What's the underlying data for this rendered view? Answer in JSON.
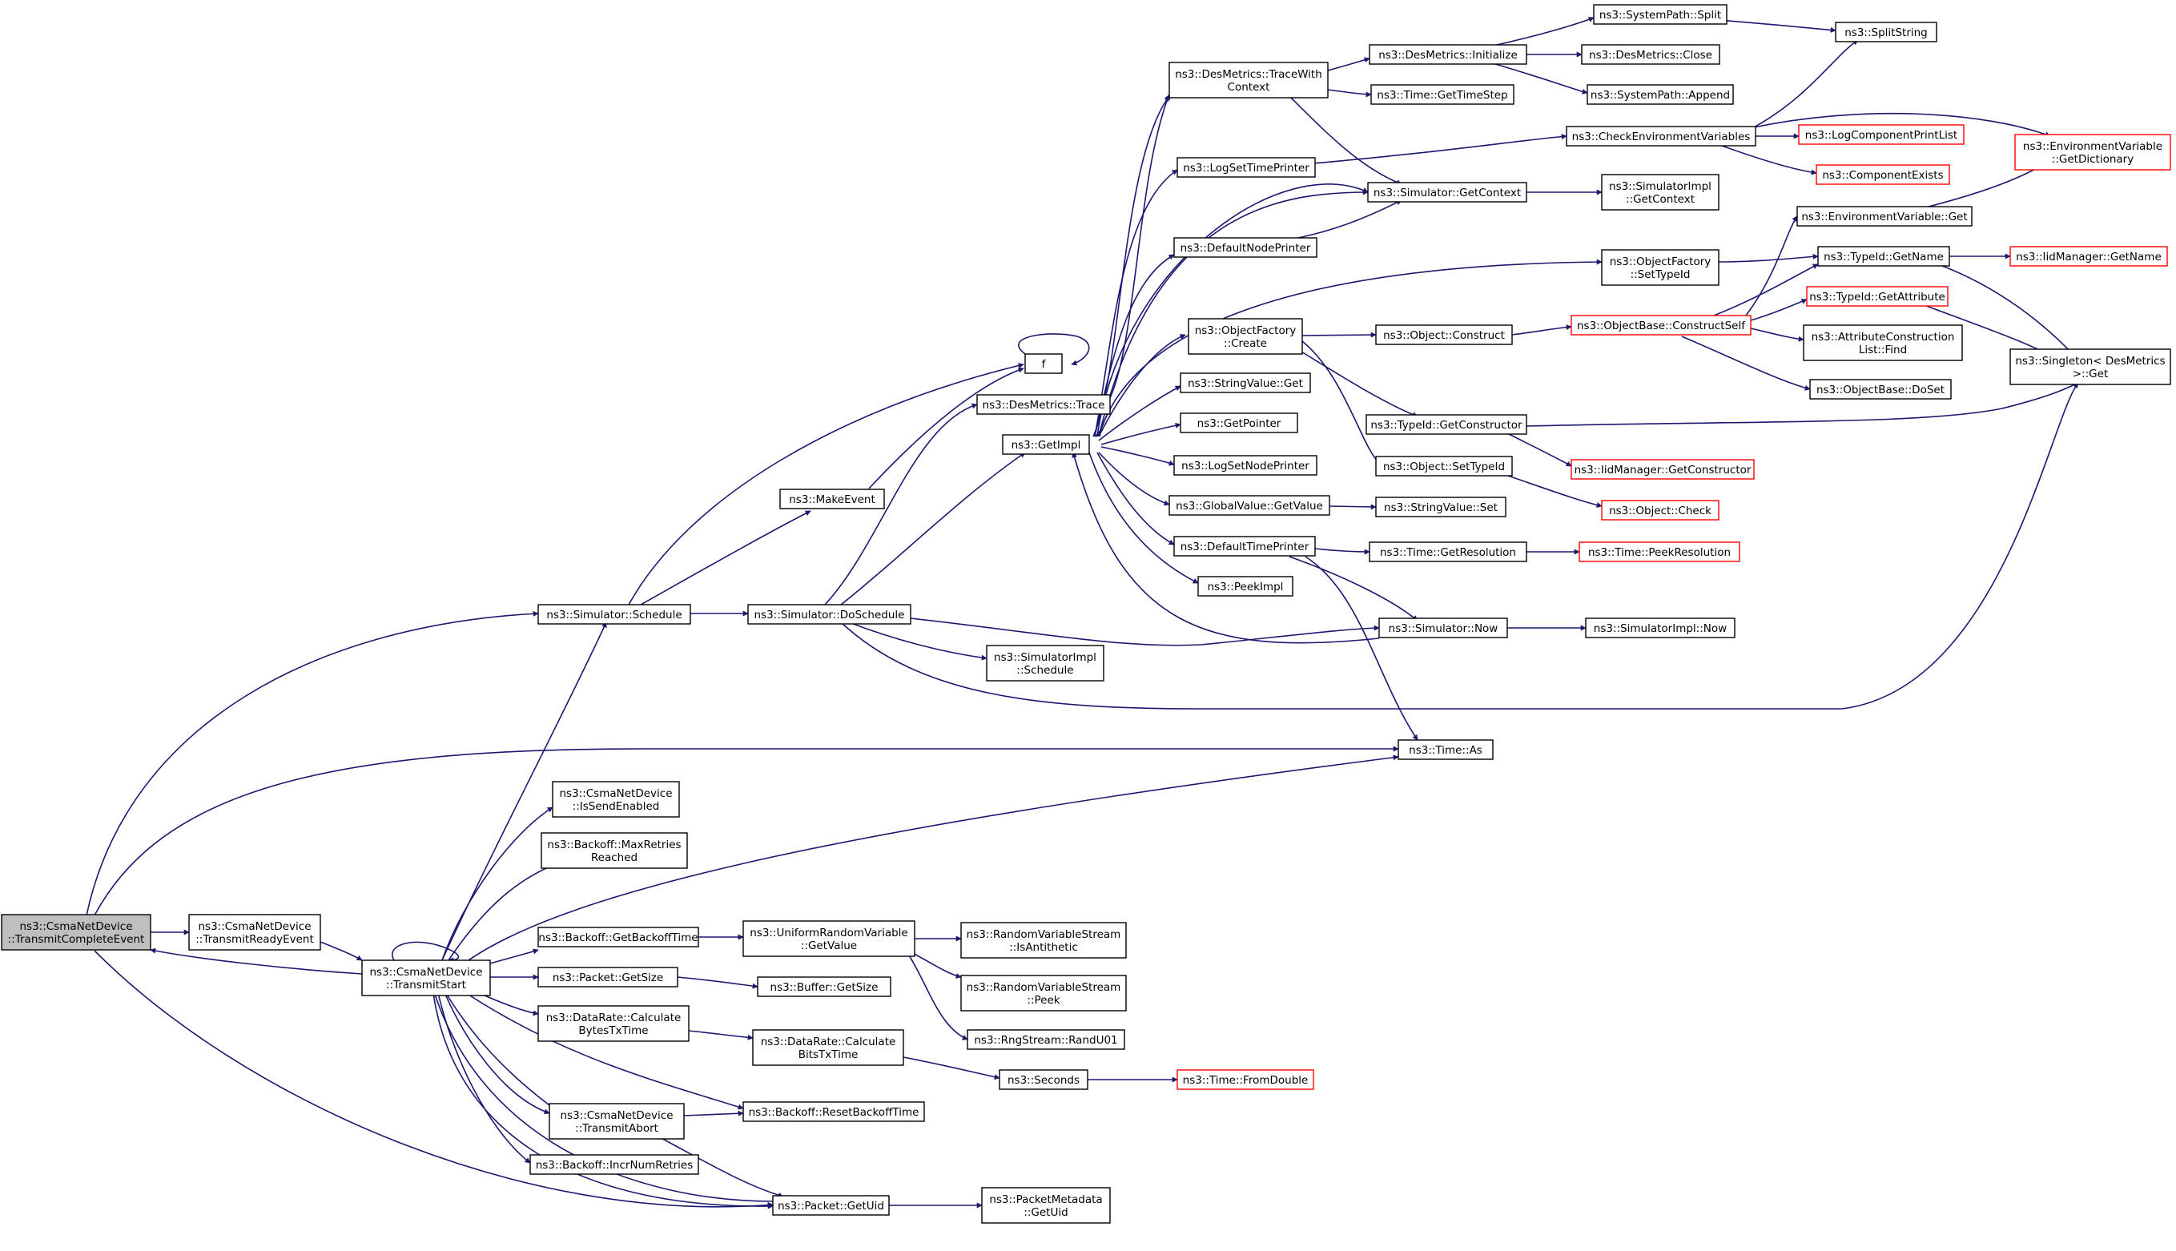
{
  "colors": {
    "edge": "#191970",
    "node_stroke": "#000000",
    "truncated_stroke": "#ff0000",
    "focus_fill": "#bfbfbf",
    "node_fill": "#ffffff",
    "text": "#000000"
  },
  "nodes": [
    {
      "id": "n0",
      "lines": [
        "ns3::CsmaNetDevice",
        "::TransmitCompleteEvent"
      ],
      "focus": true
    },
    {
      "id": "n1",
      "lines": [
        "ns3::CsmaNetDevice",
        "::TransmitReadyEvent"
      ]
    },
    {
      "id": "n2",
      "lines": [
        "ns3::CsmaNetDevice",
        "::TransmitStart"
      ]
    },
    {
      "id": "n3",
      "lines": [
        "ns3::Simulator::Schedule"
      ]
    },
    {
      "id": "n4",
      "lines": [
        "ns3::MakeEvent"
      ]
    },
    {
      "id": "n5",
      "lines": [
        "f"
      ]
    },
    {
      "id": "n6",
      "lines": [
        "ns3::Simulator::DoSchedule"
      ]
    },
    {
      "id": "n7",
      "lines": [
        "ns3::DesMetrics::Trace"
      ]
    },
    {
      "id": "n8",
      "lines": [
        "ns3::GetImpl"
      ]
    },
    {
      "id": "n9",
      "lines": [
        "ns3::SimulatorImpl",
        "::Schedule"
      ]
    },
    {
      "id": "n10",
      "lines": [
        "ns3::Simulator::Now"
      ]
    },
    {
      "id": "n11",
      "lines": [
        "ns3::SimulatorImpl::Now"
      ]
    },
    {
      "id": "n12",
      "lines": [
        "ns3::Singleton< DesMetrics",
        ">::Get"
      ]
    },
    {
      "id": "n13",
      "lines": [
        "ns3::DesMetrics::TraceWith",
        "Context"
      ]
    },
    {
      "id": "n14",
      "lines": [
        "ns3::DesMetrics::Initialize"
      ]
    },
    {
      "id": "n15",
      "lines": [
        "ns3::SystemPath::Split"
      ]
    },
    {
      "id": "n16",
      "lines": [
        "ns3::SplitString"
      ]
    },
    {
      "id": "n17",
      "lines": [
        "ns3::DesMetrics::Close"
      ]
    },
    {
      "id": "n18",
      "lines": [
        "ns3::SystemPath::Append"
      ]
    },
    {
      "id": "n19",
      "lines": [
        "ns3::Time::GetTimeStep"
      ]
    },
    {
      "id": "n20",
      "lines": [
        "ns3::Simulator::GetContext"
      ]
    },
    {
      "id": "n21",
      "lines": [
        "ns3::SimulatorImpl",
        "::GetContext"
      ]
    },
    {
      "id": "n22",
      "lines": [
        "ns3::LogSetTimePrinter"
      ]
    },
    {
      "id": "n23",
      "lines": [
        "ns3::CheckEnvironmentVariables"
      ]
    },
    {
      "id": "n24",
      "lines": [
        "ns3::LogComponentPrintList"
      ],
      "truncated": true
    },
    {
      "id": "n25",
      "lines": [
        "ns3::EnvironmentVariable",
        "::GetDictionary"
      ],
      "truncated": true
    },
    {
      "id": "n26",
      "lines": [
        "ns3::ComponentExists"
      ],
      "truncated": true
    },
    {
      "id": "n27",
      "lines": [
        "ns3::DefaultNodePrinter"
      ]
    },
    {
      "id": "n28",
      "lines": [
        "ns3::EnvironmentVariable::Get"
      ]
    },
    {
      "id": "n29",
      "lines": [
        "ns3::ObjectFactory",
        "::SetTypeId"
      ]
    },
    {
      "id": "n30",
      "lines": [
        "ns3::TypeId::GetName"
      ]
    },
    {
      "id": "n31",
      "lines": [
        "ns3::IidManager::GetName"
      ],
      "truncated": true
    },
    {
      "id": "n32",
      "lines": [
        "ns3::ObjectFactory",
        "::Create"
      ]
    },
    {
      "id": "n33",
      "lines": [
        "ns3::Object::Construct"
      ]
    },
    {
      "id": "n34",
      "lines": [
        "ns3::ObjectBase::ConstructSelf"
      ],
      "truncated": true
    },
    {
      "id": "n35",
      "lines": [
        "ns3::TypeId::GetAttribute"
      ],
      "truncated": true
    },
    {
      "id": "n36",
      "lines": [
        "ns3::AttributeConstruction",
        "List::Find"
      ]
    },
    {
      "id": "n37",
      "lines": [
        "ns3::ObjectBase::DoSet"
      ]
    },
    {
      "id": "n38",
      "lines": [
        "ns3::StringValue::Get"
      ]
    },
    {
      "id": "n39",
      "lines": [
        "ns3::GetPointer"
      ]
    },
    {
      "id": "n40",
      "lines": [
        "ns3::TypeId::GetConstructor"
      ]
    },
    {
      "id": "n41",
      "lines": [
        "ns3::IidManager::GetConstructor"
      ],
      "truncated": true
    },
    {
      "id": "n42",
      "lines": [
        "ns3::LogSetNodePrinter"
      ]
    },
    {
      "id": "n43",
      "lines": [
        "ns3::Object::SetTypeId"
      ]
    },
    {
      "id": "n44",
      "lines": [
        "ns3::Object::Check"
      ],
      "truncated": true
    },
    {
      "id": "n45",
      "lines": [
        "ns3::GlobalValue::GetValue"
      ]
    },
    {
      "id": "n46",
      "lines": [
        "ns3::StringValue::Set"
      ]
    },
    {
      "id": "n47",
      "lines": [
        "ns3::DefaultTimePrinter"
      ]
    },
    {
      "id": "n48",
      "lines": [
        "ns3::Time::GetResolution"
      ]
    },
    {
      "id": "n49",
      "lines": [
        "ns3::Time::PeekResolution"
      ],
      "truncated": true
    },
    {
      "id": "n50",
      "lines": [
        "ns3::PeekImpl"
      ]
    },
    {
      "id": "n51",
      "lines": [
        "ns3::Time::As"
      ]
    },
    {
      "id": "n52",
      "lines": [
        "ns3::CsmaNetDevice",
        "::IsSendEnabled"
      ]
    },
    {
      "id": "n53",
      "lines": [
        "ns3::Backoff::MaxRetries",
        "Reached"
      ]
    },
    {
      "id": "n54",
      "lines": [
        "ns3::Backoff::GetBackoffTime"
      ]
    },
    {
      "id": "n55",
      "lines": [
        "ns3::UniformRandomVariable",
        "::GetValue"
      ]
    },
    {
      "id": "n56",
      "lines": [
        "ns3::RandomVariableStream",
        "::IsAntithetic"
      ]
    },
    {
      "id": "n57",
      "lines": [
        "ns3::RandomVariableStream",
        "::Peek"
      ]
    },
    {
      "id": "n58",
      "lines": [
        "ns3::RngStream::RandU01"
      ]
    },
    {
      "id": "n59",
      "lines": [
        "ns3::Packet::GetSize"
      ]
    },
    {
      "id": "n60",
      "lines": [
        "ns3::Buffer::GetSize"
      ]
    },
    {
      "id": "n61",
      "lines": [
        "ns3::DataRate::Calculate",
        "BytesTxTime"
      ]
    },
    {
      "id": "n62",
      "lines": [
        "ns3::DataRate::Calculate",
        "BitsTxTime"
      ]
    },
    {
      "id": "n63",
      "lines": [
        "ns3::Seconds"
      ]
    },
    {
      "id": "n64",
      "lines": [
        "ns3::Time::FromDouble"
      ],
      "truncated": true
    },
    {
      "id": "n65",
      "lines": [
        "ns3::CsmaNetDevice",
        "::TransmitAbort"
      ]
    },
    {
      "id": "n66",
      "lines": [
        "ns3::Backoff::ResetBackoffTime"
      ]
    },
    {
      "id": "n67",
      "lines": [
        "ns3::Backoff::IncrNumRetries"
      ]
    },
    {
      "id": "n68",
      "lines": [
        "ns3::Packet::GetUid"
      ]
    },
    {
      "id": "n69",
      "lines": [
        "ns3::PacketMetadata",
        "::GetUid"
      ]
    }
  ]
}
